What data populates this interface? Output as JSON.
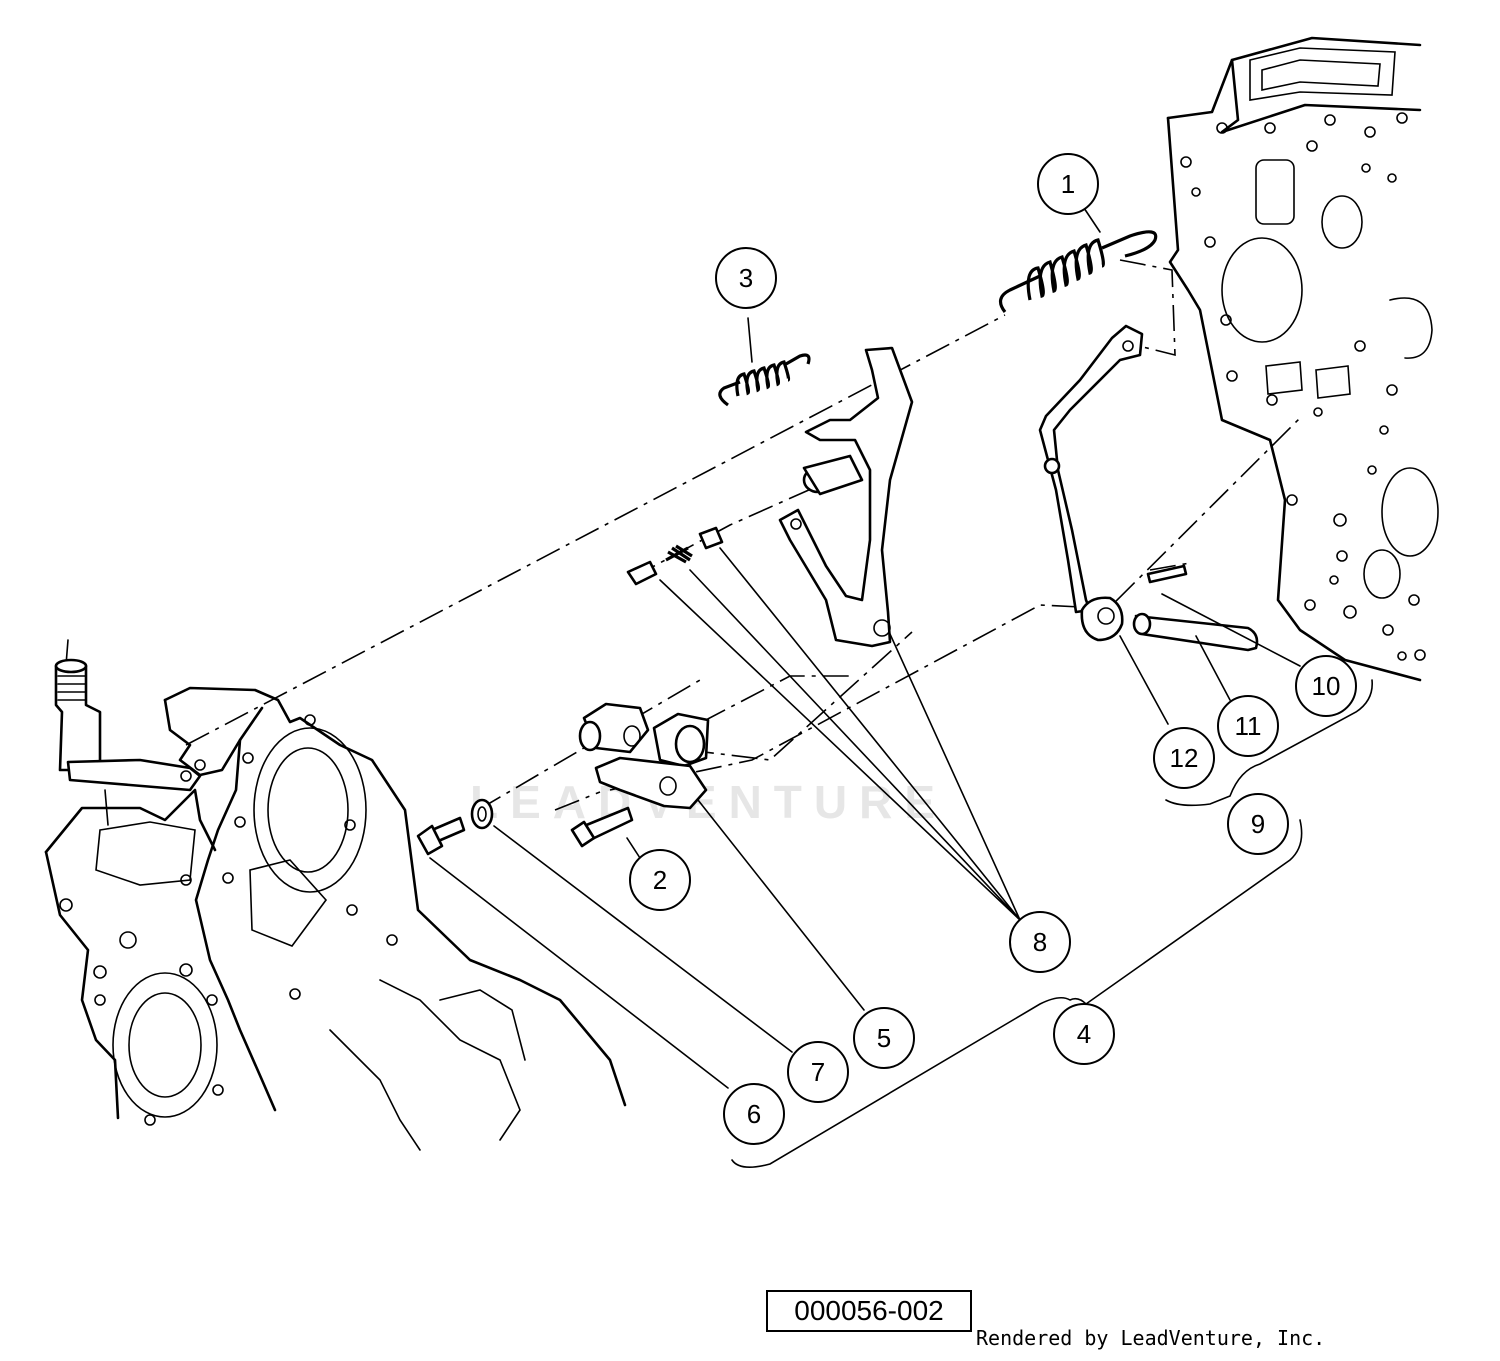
{
  "diagram": {
    "callouts": [
      {
        "id": "1",
        "label": "1"
      },
      {
        "id": "2",
        "label": "2"
      },
      {
        "id": "3",
        "label": "3"
      },
      {
        "id": "4",
        "label": "4"
      },
      {
        "id": "5",
        "label": "5"
      },
      {
        "id": "6",
        "label": "6"
      },
      {
        "id": "7",
        "label": "7"
      },
      {
        "id": "8",
        "label": "8"
      },
      {
        "id": "9",
        "label": "9"
      },
      {
        "id": "10",
        "label": "10"
      },
      {
        "id": "11",
        "label": "11"
      },
      {
        "id": "12",
        "label": "12"
      }
    ],
    "watermark": "LEADVENTURE",
    "figure_id": "000056-002",
    "credit": "Rendered by LeadVenture, Inc."
  }
}
